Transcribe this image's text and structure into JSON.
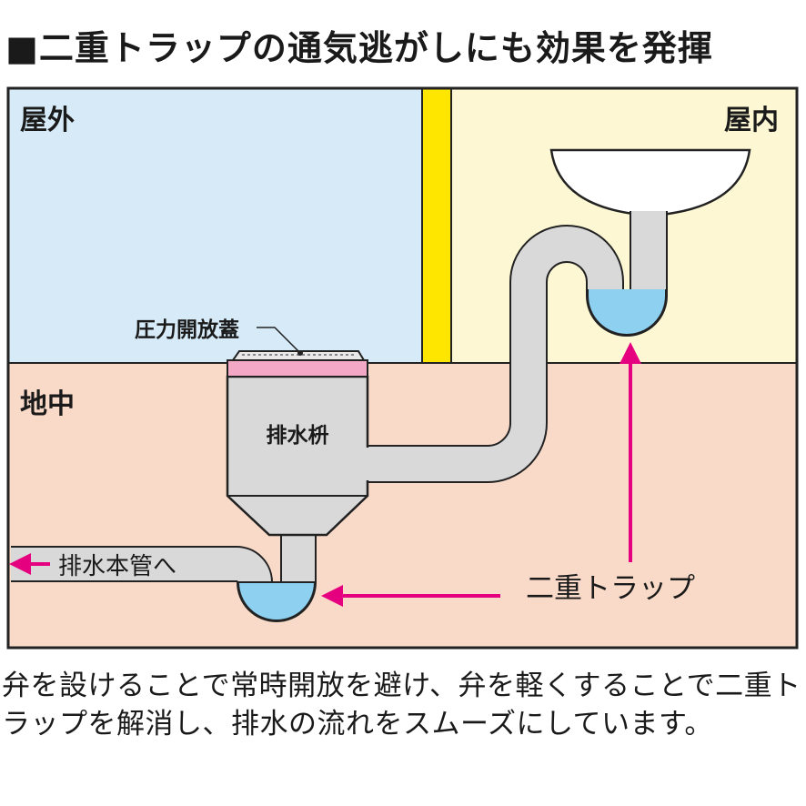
{
  "title": "■二重トラップの通気逃がしにも効果を発揮",
  "labels": {
    "outdoor": "屋外",
    "indoor": "屋内",
    "underground": "地中",
    "pressure_lid": "圧力開放蓋",
    "drain_basin": "排水枡",
    "to_main_pipe": "排水本管へ",
    "double_trap": "二重トラップ"
  },
  "caption": "弁を設けることで常時開放を避け、弁を軽くすることで二重トラップを解消し、排水の流れをスムーズにしています。",
  "colors": {
    "outdoor_bg": "#d6ebf7",
    "indoor_bg": "#fdf8d3",
    "ground_bg": "#f9d9c8",
    "wall": "#ffe600",
    "pipe": "#d9d9d9",
    "water": "#8dd0f0",
    "arrow": "#e5007f",
    "lid": "#f3a9c6"
  }
}
